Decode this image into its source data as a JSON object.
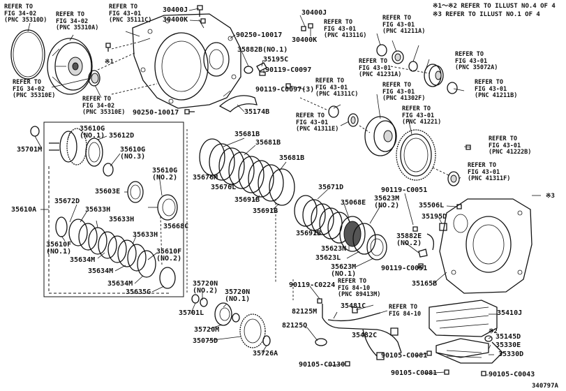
{
  "notes": {
    "note1": "※1～※2 REFER TO ILLUST NO.4 OF 4",
    "note2": "※3 REFER TO ILLUST NO.1 OF 4",
    "star1": "※1",
    "star2": "※2",
    "star3": "※3",
    "figure_id": "340797A"
  },
  "refs": {
    "r34_02_a": "REFER TO\nFIG 34-02\n(PNC 35310D)",
    "r34_02_b": "REFER TO\nFIG 34-02\n(PNC 35310A)",
    "r43_01_a": "REFER TO\nFIG 43-01\n(PNC 35111C)",
    "r34_02_c": "REFER TO\nFIG 34-02\n(PNC 35310E)",
    "r34_02_d": "REFER TO\nFIG 34-02\n(PNC 35310E)",
    "r43_01_b": "REFER TO\nFIG 43-01\n(PNC 41311G)",
    "r43_01_c": "REFER TO\nFIG 43-01\n(PNC 41211A)",
    "r43_01_d": "REFER TO\nFIG 43-01\n(PNC 41231A)",
    "r43_01_e": "REFER TO\nFIG 43-01\n(PNC 35072A)",
    "r43_01_f": "REFER TO\nFIG 43-01\n(PNC 41211B)",
    "r43_01_g": "REFER TO\nFIG 43-01\n(PNC 41311C)",
    "r43_01_h": "REFER TO\nFIG 43-01\n(PNC 41302F)",
    "r43_01_i": "REFER TO\nFIG 43-01\n(PNC 41221)",
    "r43_01_j": "REFER TO\nFIG 43-01\n(PNC 41311E)",
    "r43_01_k": "REFER TO\nFIG 43-01\n(PNC 41222B)",
    "r43_01_l": "REFER TO\nFIG 43-01\n(PNC 41311F)",
    "r84_10_a": "REFER TO\nFIG 84-10\n(PNC 89413M)",
    "r84_10_b": "REFER TO\nFIG 84-10"
  },
  "parts": {
    "p30400J_top": "30400J",
    "p30400K_top": "30400K",
    "p90250_10017_a": "90250-10017",
    "p30400J": "30400J",
    "p30400K": "30400K",
    "p35882B": "35882B(NO.1)",
    "p35195C": "35195C",
    "p90119_C0097": "90119-C0097",
    "p90119_C0097_3": "90119-C0097(3)",
    "p90250_10017_b": "90250-10017",
    "p35174B": "35174B",
    "p35701M": "35701M",
    "p35610G_1": "35610G\n(NO.1)",
    "p35612D": "35612D",
    "p35610G_3": "35610G\n(NO.3)",
    "p35610G_2": "35610G\n(NO.2)",
    "p35603E": "35603E",
    "p35610A": "35610A",
    "p35672D": "35672D",
    "p35633H_a": "35633H",
    "p35633H_b": "35633H",
    "p35633H_c": "35633H",
    "p35668C": "35668C",
    "p35610F_1": "35610F\n(NO.1)",
    "p35610F_2": "35610F\n(NO.2)",
    "p35634M_a": "35634M",
    "p35634M_b": "35634M",
    "p35634M_c": "35634M",
    "p35635G": "35635G",
    "p35681B_a": "35681B",
    "p35681B_b": "35681B",
    "p35681B_c": "35681B",
    "p35676M": "35676M",
    "p35676L": "35676L",
    "p35691B_a": "35691B",
    "p35691B_b": "35691B",
    "p35671D": "35671D",
    "p35068E": "35068E",
    "p35623M_2": "35623M\n(NO.2)",
    "p35691B_c": "35691B",
    "p35623N": "35623N",
    "p35623L": "35623L",
    "p35623M_1": "35623M\n(NO.1)",
    "p90119_C0051_a": "90119-C0051",
    "p35506L": "35506L",
    "p35195D": "35195D",
    "p35882E": "35882E\n(NO.2)",
    "p90119_C0051_b": "90119-C0051",
    "p35165B": "35165B",
    "p35720N_2": "35720N\n(NO.2)",
    "p35720N_1": "35720N\n(NO.1)",
    "p35701L": "35701L",
    "p35720M": "35720M",
    "p35075D": "35075D",
    "p35726A": "35726A",
    "p90119_C0224": "90119-C0224",
    "p35481C": "35481C",
    "p82125M": "82125M",
    "p82125Q": "82125Q",
    "p35482C": "35482C",
    "p90105_C0130": "90105-C0130",
    "p35410J": "35410J",
    "p35145D": "35145D",
    "p35330E": "35330E",
    "p35330D": "35330D",
    "p90105_C0081_a": "90105-C0081",
    "p90105_C0081_b": "90105-C0081",
    "p90105_C0043": "90105-C0043"
  }
}
